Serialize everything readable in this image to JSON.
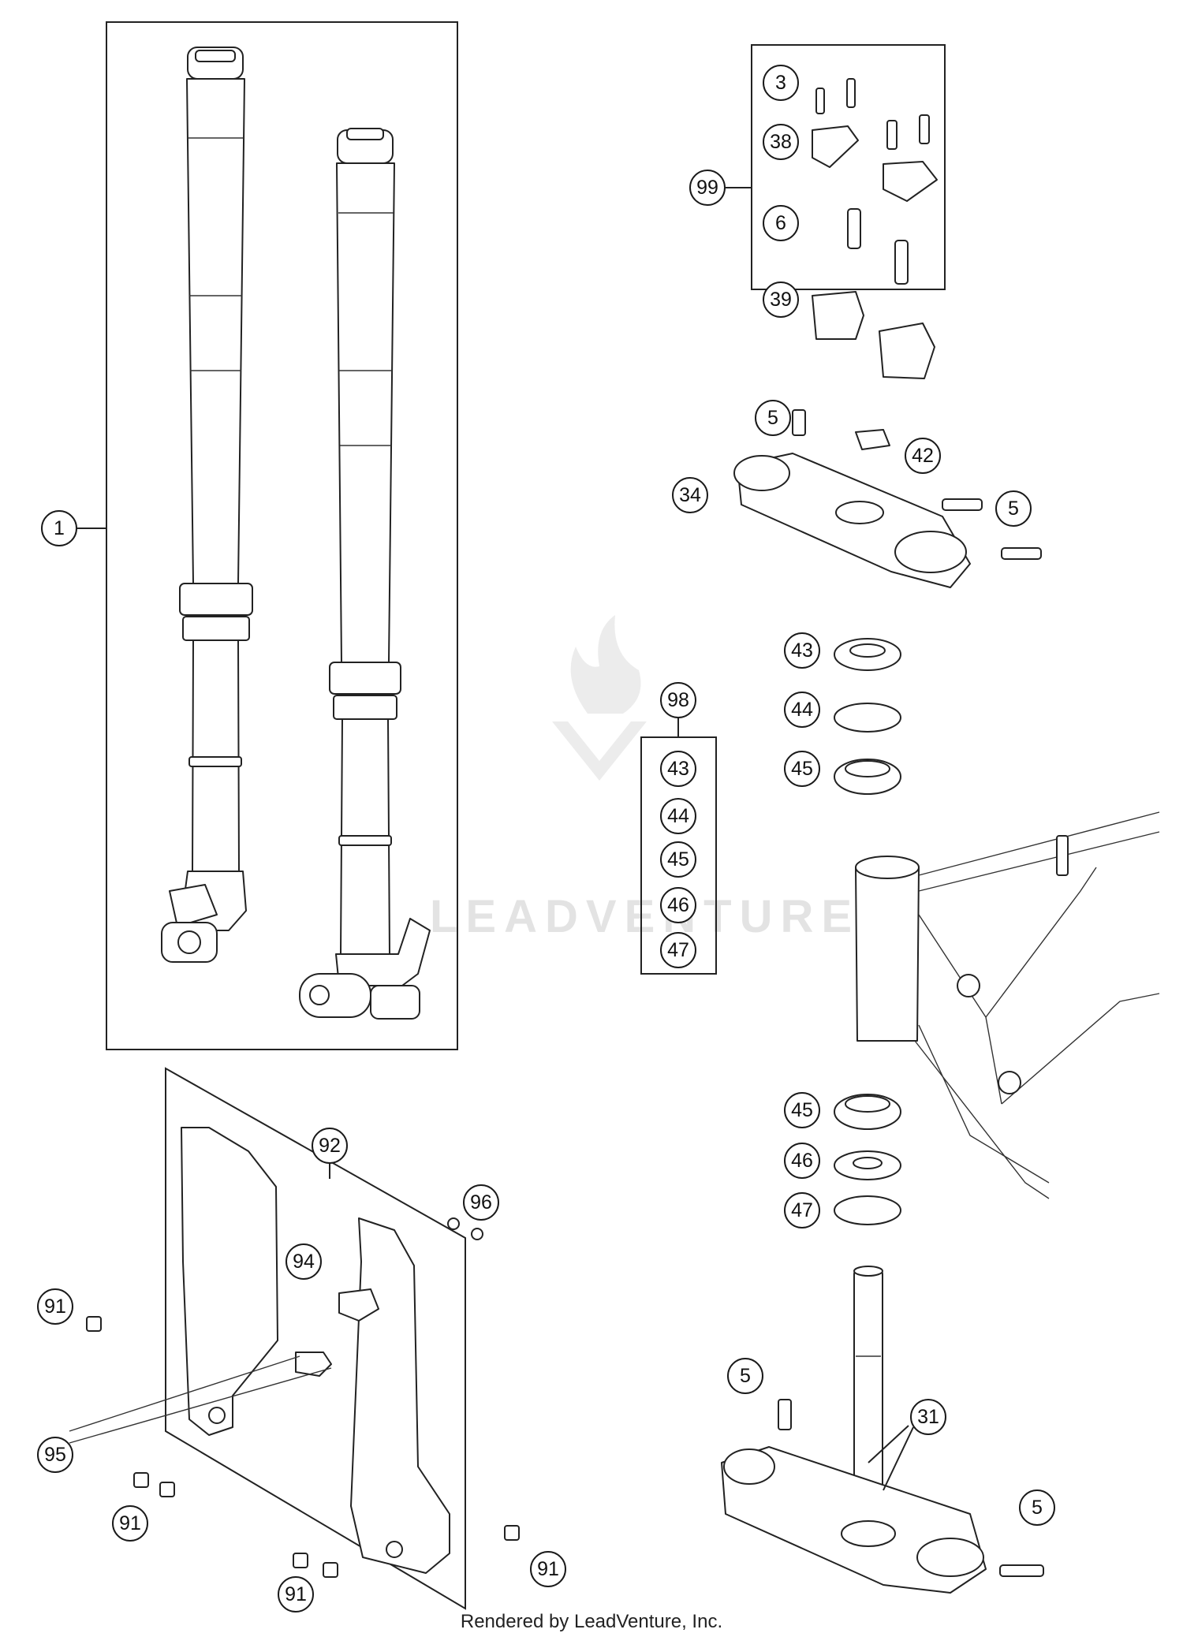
{
  "callouts": {
    "c1": "1",
    "c3": "3",
    "c38": "38",
    "c99": "99",
    "c6": "6",
    "c39": "39",
    "c5a": "5",
    "c42": "42",
    "c34": "34",
    "c5b": "5",
    "c43a": "43",
    "c44a": "44",
    "c45a": "45",
    "c98": "98",
    "c43b": "43",
    "c44b": "44",
    "c45b": "45",
    "c46b": "46",
    "c47b": "47",
    "c92": "92",
    "c96": "96",
    "c94": "94",
    "c45c": "45",
    "c46c": "46",
    "c47c": "47",
    "c91a": "91",
    "c95": "95",
    "c91b": "91",
    "c91c": "91",
    "c91d": "91",
    "c5c": "5",
    "c31": "31",
    "c5d": "5"
  },
  "watermark": "LEADVENTURE",
  "footer": "Rendered by LeadVenture, Inc."
}
